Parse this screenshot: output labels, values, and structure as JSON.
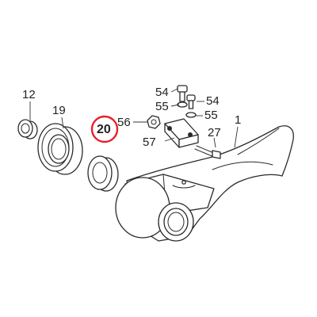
{
  "diagram": {
    "highlight_color": "#e8202a",
    "line_color": "#2a2a2a",
    "callouts": {
      "c1": "1",
      "c12": "12",
      "c19": "19",
      "c20": "20",
      "c27": "27",
      "c54a": "54",
      "c54b": "54",
      "c55a": "55",
      "c55b": "55",
      "c56": "56",
      "c57": "57"
    },
    "highlighted_callout": "20"
  }
}
